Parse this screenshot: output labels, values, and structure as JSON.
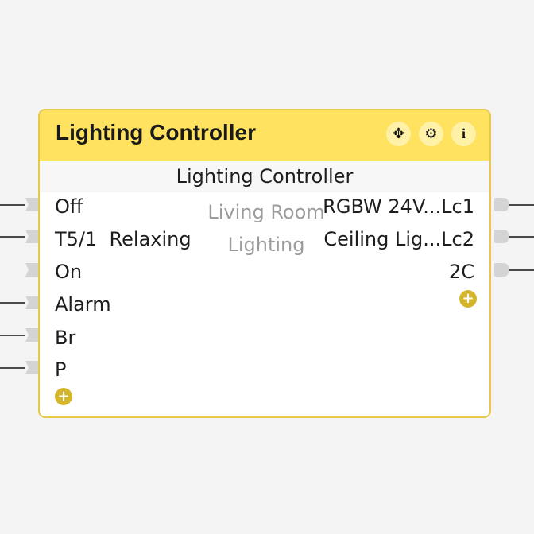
{
  "block": {
    "title": "Lighting Controller",
    "subtitle": "Lighting Controller",
    "location_line1": "Living Room",
    "location_line2": "Lighting",
    "header_buttons": [
      {
        "icon": "move-icon",
        "glyph": "✥"
      },
      {
        "icon": "settings-icon",
        "glyph": "⚙"
      },
      {
        "icon": "info-icon",
        "glyph": "i"
      }
    ]
  },
  "inputs": [
    {
      "label": "Off",
      "connected": true
    },
    {
      "label": "T5/1  Relaxing",
      "connected": true
    },
    {
      "label": "On",
      "connected": false
    },
    {
      "label": "Alarm",
      "connected": true
    },
    {
      "label": "Br",
      "connected": true
    },
    {
      "label": "P",
      "connected": true
    }
  ],
  "outputs": [
    {
      "label": "RGBW 24V...Lc1",
      "connected": true
    },
    {
      "label": "Ceiling Lig...Lc2",
      "connected": true
    },
    {
      "label": "2C",
      "connected": true
    }
  ],
  "add_glyph": "+",
  "colors": {
    "header": "#ffe260",
    "border": "#e6c84a",
    "add_button": "#d4b62c",
    "wire": "#4a4a4a",
    "port": "#d4d4d4"
  }
}
